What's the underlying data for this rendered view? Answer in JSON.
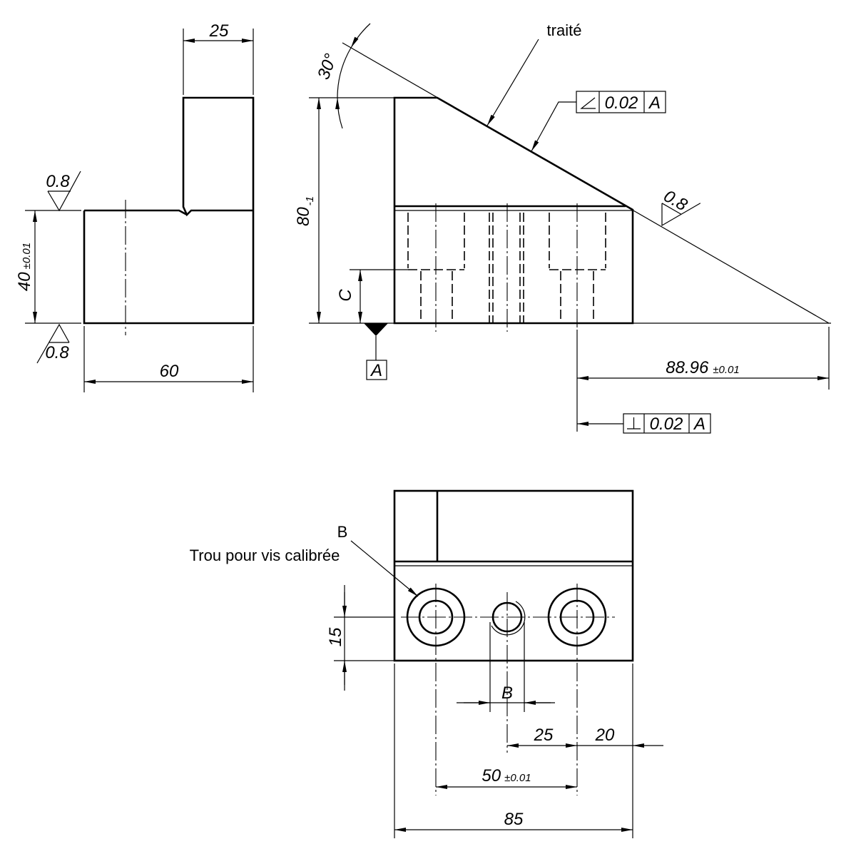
{
  "side_view": {
    "dim_top_width": "25",
    "surface_finish_top": "0.8",
    "dim_height": "40",
    "dim_height_tolerance": "±0.01",
    "surface_finish_bottom": "0.8",
    "dim_width": "60"
  },
  "front_view": {
    "angle": "30°",
    "treatment_note": "traité",
    "dim_height": "80",
    "dim_height_tolerance": "-1",
    "dim_c": "C",
    "datum_label": "A",
    "angularity": {
      "icon": "angularity-icon",
      "tolerance": "0.02",
      "datum": "A"
    },
    "surface_finish_slope": "0.8",
    "dim_length": "88.96",
    "dim_length_tolerance": "±0.01",
    "perpendicularity": {
      "icon": "perpendicularity-icon",
      "tolerance": "0.02",
      "datum": "A"
    }
  },
  "top_view": {
    "callout_letter": "B",
    "callout_text": "Trou pour vis calibrée",
    "dim_vertical": "15",
    "dim_hole": "B",
    "dim_center_to_hole": "25",
    "dim_hole_to_edge": "20",
    "dim_hole_spacing": "50",
    "dim_hole_spacing_tolerance": "±0.01",
    "dim_total_width": "85"
  },
  "colors": {
    "line": "#000000",
    "background": "#ffffff"
  }
}
